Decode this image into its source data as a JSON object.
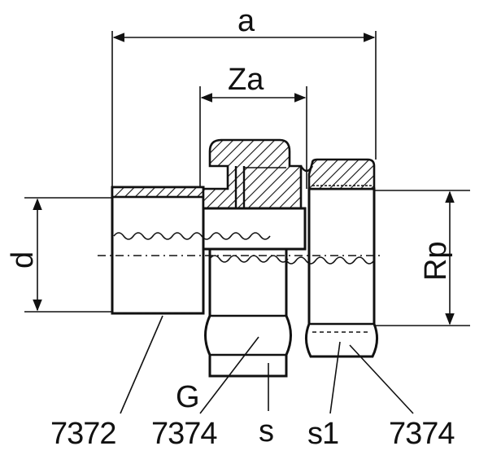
{
  "labels": {
    "a": "a",
    "za": "Za",
    "d": "d",
    "rp": "Rp",
    "g": "G",
    "s": "s",
    "s1": "s1",
    "part_7372": "7372",
    "part_7374_nut": "7374",
    "part_7374_end": "7374"
  },
  "colors": {
    "ink": "#111111",
    "paper": "#ffffff"
  }
}
